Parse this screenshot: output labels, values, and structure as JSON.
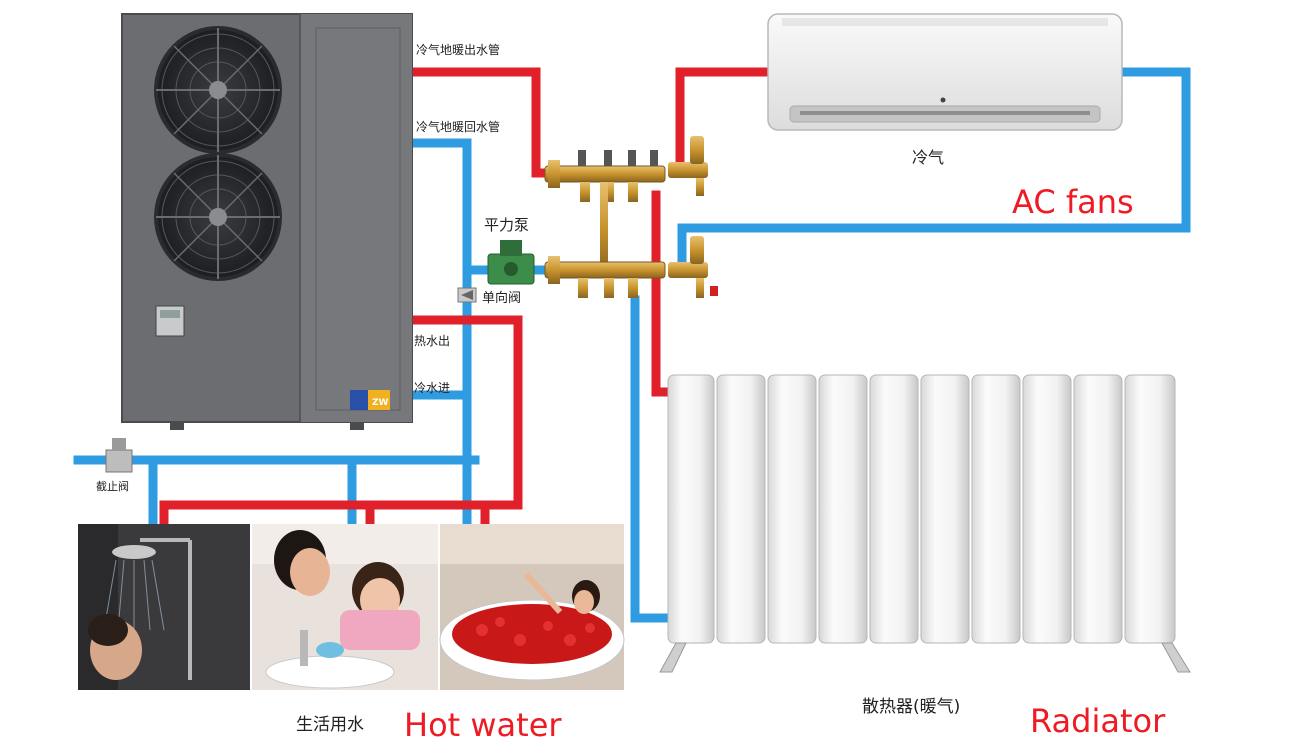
{
  "labels": {
    "cold_supply_pipe": "冷气地暖出水管",
    "cold_return_pipe": "冷气地暖回水管",
    "balance_pump": "平力泵",
    "check_valve": "单向阀",
    "hot_water_out": "热水出",
    "cold_water_in": "冷水进",
    "stop_valve": "截止阀",
    "ac_unit_cn": "冷气",
    "radiator_cn": "散热器(暖气)",
    "domestic_water_cn": "生活用水",
    "unit_logo": "ZW"
  },
  "annotations": {
    "ac_fans": "AC fans",
    "radiator": "Radiator",
    "hot_water": "Hot water"
  },
  "colors": {
    "hot_pipe": "#e0202a",
    "cold_pipe": "#2f9be0",
    "annotation": "#ee1b24",
    "unit_body": "#6b6d70",
    "brass": "#c8942e"
  },
  "icons": {
    "heat_pump": "heat-pump-unit",
    "ac": "wall-ac-unit",
    "radiator": "panel-radiator",
    "shower": "shower-photo",
    "wash": "hand-wash-photo",
    "bath": "bathtub-photo"
  }
}
